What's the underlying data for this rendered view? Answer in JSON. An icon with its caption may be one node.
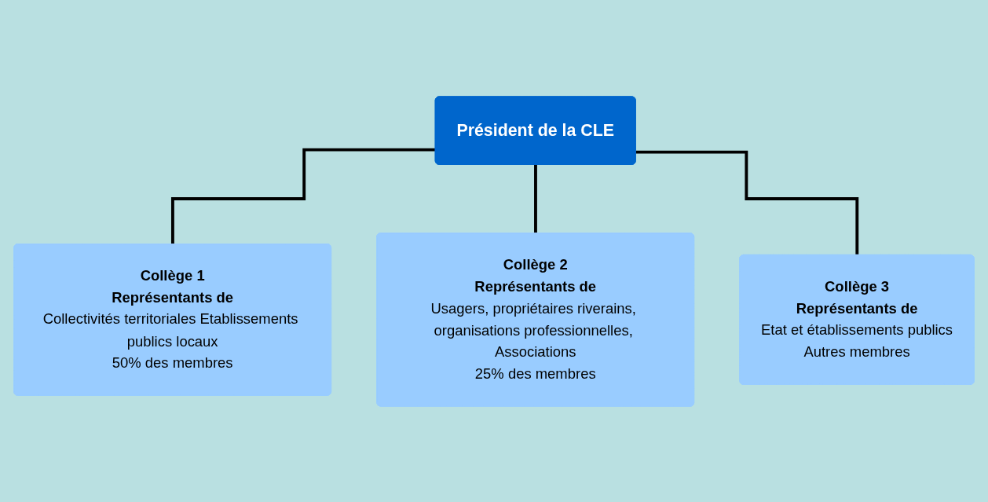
{
  "diagram": {
    "nodes": [
      {
        "text": [
          "Président de la CLE"
        ]
      },
      {
        "text": [
          "Collège 1",
          "Représentants de",
          "Collectivités territoriales Etablissements publics locaux",
          "50% des membres"
        ]
      },
      {
        "text": [
          "Collège 2",
          "Représentants de",
          "Usagers, propriétaires riverains, organisations professionnelles, Associations",
          "25% des membres"
        ]
      },
      {
        "text": [
          "Collège 3",
          "Représentants de",
          "Etat et établissements publics",
          "Autres membres"
        ]
      }
    ],
    "edges": [
      {
        "from": 0,
        "to": 1,
        "arrow": "none"
      },
      {
        "from": 0,
        "to": 2,
        "arrow": "none"
      },
      {
        "from": 0,
        "to": 3,
        "arrow": "none"
      }
    ]
  }
}
